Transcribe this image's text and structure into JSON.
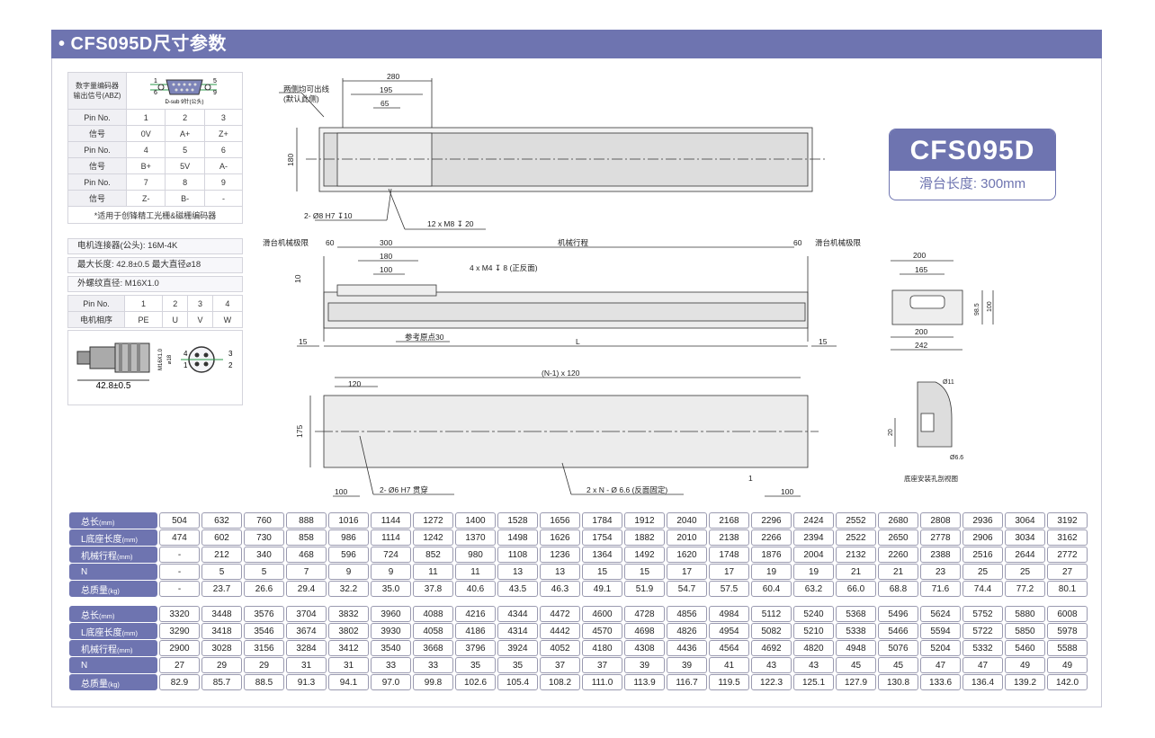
{
  "title": "• CFS095D尺寸参数",
  "badge": {
    "model": "CFS095D",
    "subtitle": "滑台长度: 300mm"
  },
  "encoder": {
    "label_line1": "数字量编码器",
    "label_line2": "输出信号(ABZ)",
    "connector_caption": "D-sub 9针(公头)",
    "pin_top_left": "1",
    "pin_top_right": "5",
    "pin_bot_left": "6",
    "pin_bot_right": "9",
    "rows": [
      [
        "Pin No.",
        "1",
        "2",
        "3"
      ],
      [
        "信号",
        "0V",
        "A+",
        "Z+"
      ],
      [
        "Pin No.",
        "4",
        "5",
        "6"
      ],
      [
        "信号",
        "B+",
        "5V",
        "A-"
      ],
      [
        "Pin No.",
        "7",
        "8",
        "9"
      ],
      [
        "信号",
        "Z-",
        "B-",
        "-"
      ]
    ],
    "note": "*适用于创锋精工光栅&磁栅编码器"
  },
  "motor": {
    "connector": "电机连接器(公头): 16M-4K",
    "max_len": "最大长度:  42.8±0.5   最大直径⌀18",
    "thread": "外螺纹直径:  M16X1.0",
    "pin_row": [
      "Pin No.",
      "1",
      "2",
      "3",
      "4"
    ],
    "phase_row": [
      "电机相序",
      "PE",
      "U",
      "V",
      "W"
    ],
    "dim_len": "42.8±0.5",
    "dim_thread": "M16X1.0",
    "dim_dia": "⌀18",
    "pins": [
      "4",
      "3",
      "1",
      "2"
    ]
  },
  "drawing_top": {
    "cable_note1": "两侧均可出线",
    "cable_note2": "(默认此侧)",
    "d280": "280",
    "d195": "195",
    "d65": "65",
    "d180": "180",
    "hole1": "2- Ø8  H7 ↧10",
    "hole2": "12 x M8  ↧ 20"
  },
  "drawing_side": {
    "limit_left": "滑台机械极限",
    "limit_right": "滑台机械极限",
    "d60a": "60",
    "d60b": "60",
    "d300": "300",
    "d180": "180",
    "d100": "100",
    "stroke": "机械行程",
    "holes": "4 x M4  ↧ 8 (正反面)",
    "d10": "10",
    "d15a": "15",
    "d15b": "15",
    "ref": "参考原点30",
    "L": "L"
  },
  "drawing_bottom": {
    "pitch": "(N-1) x 120",
    "d120": "120",
    "d175": "175",
    "d100a": "100",
    "d100b": "100",
    "hole1": "2- Ø6  H7  贯穿",
    "hole2": "2 x N - Ø 6.6 (反面固定)",
    "one": "1"
  },
  "end_view": {
    "d200a": "200",
    "d165": "165",
    "d200b": "200",
    "d242": "242",
    "d98": "98.5",
    "d100": "100"
  },
  "section": {
    "d11": "Ø11",
    "d20": "20",
    "d66": "Ø6.6",
    "caption": "底座安装孔剖视图"
  },
  "table1": {
    "rows": [
      {
        "label": "总长",
        "unit": "(mm)",
        "values": [
          "504",
          "632",
          "760",
          "888",
          "1016",
          "1144",
          "1272",
          "1400",
          "1528",
          "1656",
          "1784",
          "1912",
          "2040",
          "2168",
          "2296",
          "2424",
          "2552",
          "2680",
          "2808",
          "2936",
          "3064",
          "3192"
        ]
      },
      {
        "label": "L底座长度",
        "unit": "(mm)",
        "values": [
          "474",
          "602",
          "730",
          "858",
          "986",
          "1114",
          "1242",
          "1370",
          "1498",
          "1626",
          "1754",
          "1882",
          "2010",
          "2138",
          "2266",
          "2394",
          "2522",
          "2650",
          "2778",
          "2906",
          "3034",
          "3162"
        ]
      },
      {
        "label": "机械行程",
        "unit": "(mm)",
        "values": [
          "-",
          "212",
          "340",
          "468",
          "596",
          "724",
          "852",
          "980",
          "1108",
          "1236",
          "1364",
          "1492",
          "1620",
          "1748",
          "1876",
          "2004",
          "2132",
          "2260",
          "2388",
          "2516",
          "2644",
          "2772"
        ]
      },
      {
        "label": "N",
        "unit": "",
        "values": [
          "-",
          "5",
          "5",
          "7",
          "9",
          "9",
          "11",
          "11",
          "13",
          "13",
          "15",
          "15",
          "17",
          "17",
          "19",
          "19",
          "21",
          "21",
          "23",
          "25",
          "25",
          "27"
        ]
      },
      {
        "label": "总质量",
        "unit": "(kg)",
        "values": [
          "-",
          "23.7",
          "26.6",
          "29.4",
          "32.2",
          "35.0",
          "37.8",
          "40.6",
          "43.5",
          "46.3",
          "49.1",
          "51.9",
          "54.7",
          "57.5",
          "60.4",
          "63.2",
          "66.0",
          "68.8",
          "71.6",
          "74.4",
          "77.2",
          "80.1"
        ]
      }
    ]
  },
  "table2": {
    "rows": [
      {
        "label": "总长",
        "unit": "(mm)",
        "values": [
          "3320",
          "3448",
          "3576",
          "3704",
          "3832",
          "3960",
          "4088",
          "4216",
          "4344",
          "4472",
          "4600",
          "4728",
          "4856",
          "4984",
          "5112",
          "5240",
          "5368",
          "5496",
          "5624",
          "5752",
          "5880",
          "6008"
        ]
      },
      {
        "label": "L底座长度",
        "unit": "(mm)",
        "values": [
          "3290",
          "3418",
          "3546",
          "3674",
          "3802",
          "3930",
          "4058",
          "4186",
          "4314",
          "4442",
          "4570",
          "4698",
          "4826",
          "4954",
          "5082",
          "5210",
          "5338",
          "5466",
          "5594",
          "5722",
          "5850",
          "5978"
        ]
      },
      {
        "label": "机械行程",
        "unit": "(mm)",
        "values": [
          "2900",
          "3028",
          "3156",
          "3284",
          "3412",
          "3540",
          "3668",
          "3796",
          "3924",
          "4052",
          "4180",
          "4308",
          "4436",
          "4564",
          "4692",
          "4820",
          "4948",
          "5076",
          "5204",
          "5332",
          "5460",
          "5588"
        ]
      },
      {
        "label": "N",
        "unit": "",
        "values": [
          "27",
          "29",
          "29",
          "31",
          "31",
          "33",
          "33",
          "35",
          "35",
          "37",
          "37",
          "39",
          "39",
          "41",
          "43",
          "43",
          "45",
          "45",
          "47",
          "47",
          "49",
          "49"
        ]
      },
      {
        "label": "总质量",
        "unit": "(kg)",
        "values": [
          "82.9",
          "85.7",
          "88.5",
          "91.3",
          "94.1",
          "97.0",
          "99.8",
          "102.6",
          "105.4",
          "108.2",
          "111.0",
          "113.9",
          "116.7",
          "119.5",
          "122.3",
          "125.1",
          "127.9",
          "130.8",
          "133.6",
          "136.4",
          "139.2",
          "142.0"
        ]
      }
    ]
  }
}
